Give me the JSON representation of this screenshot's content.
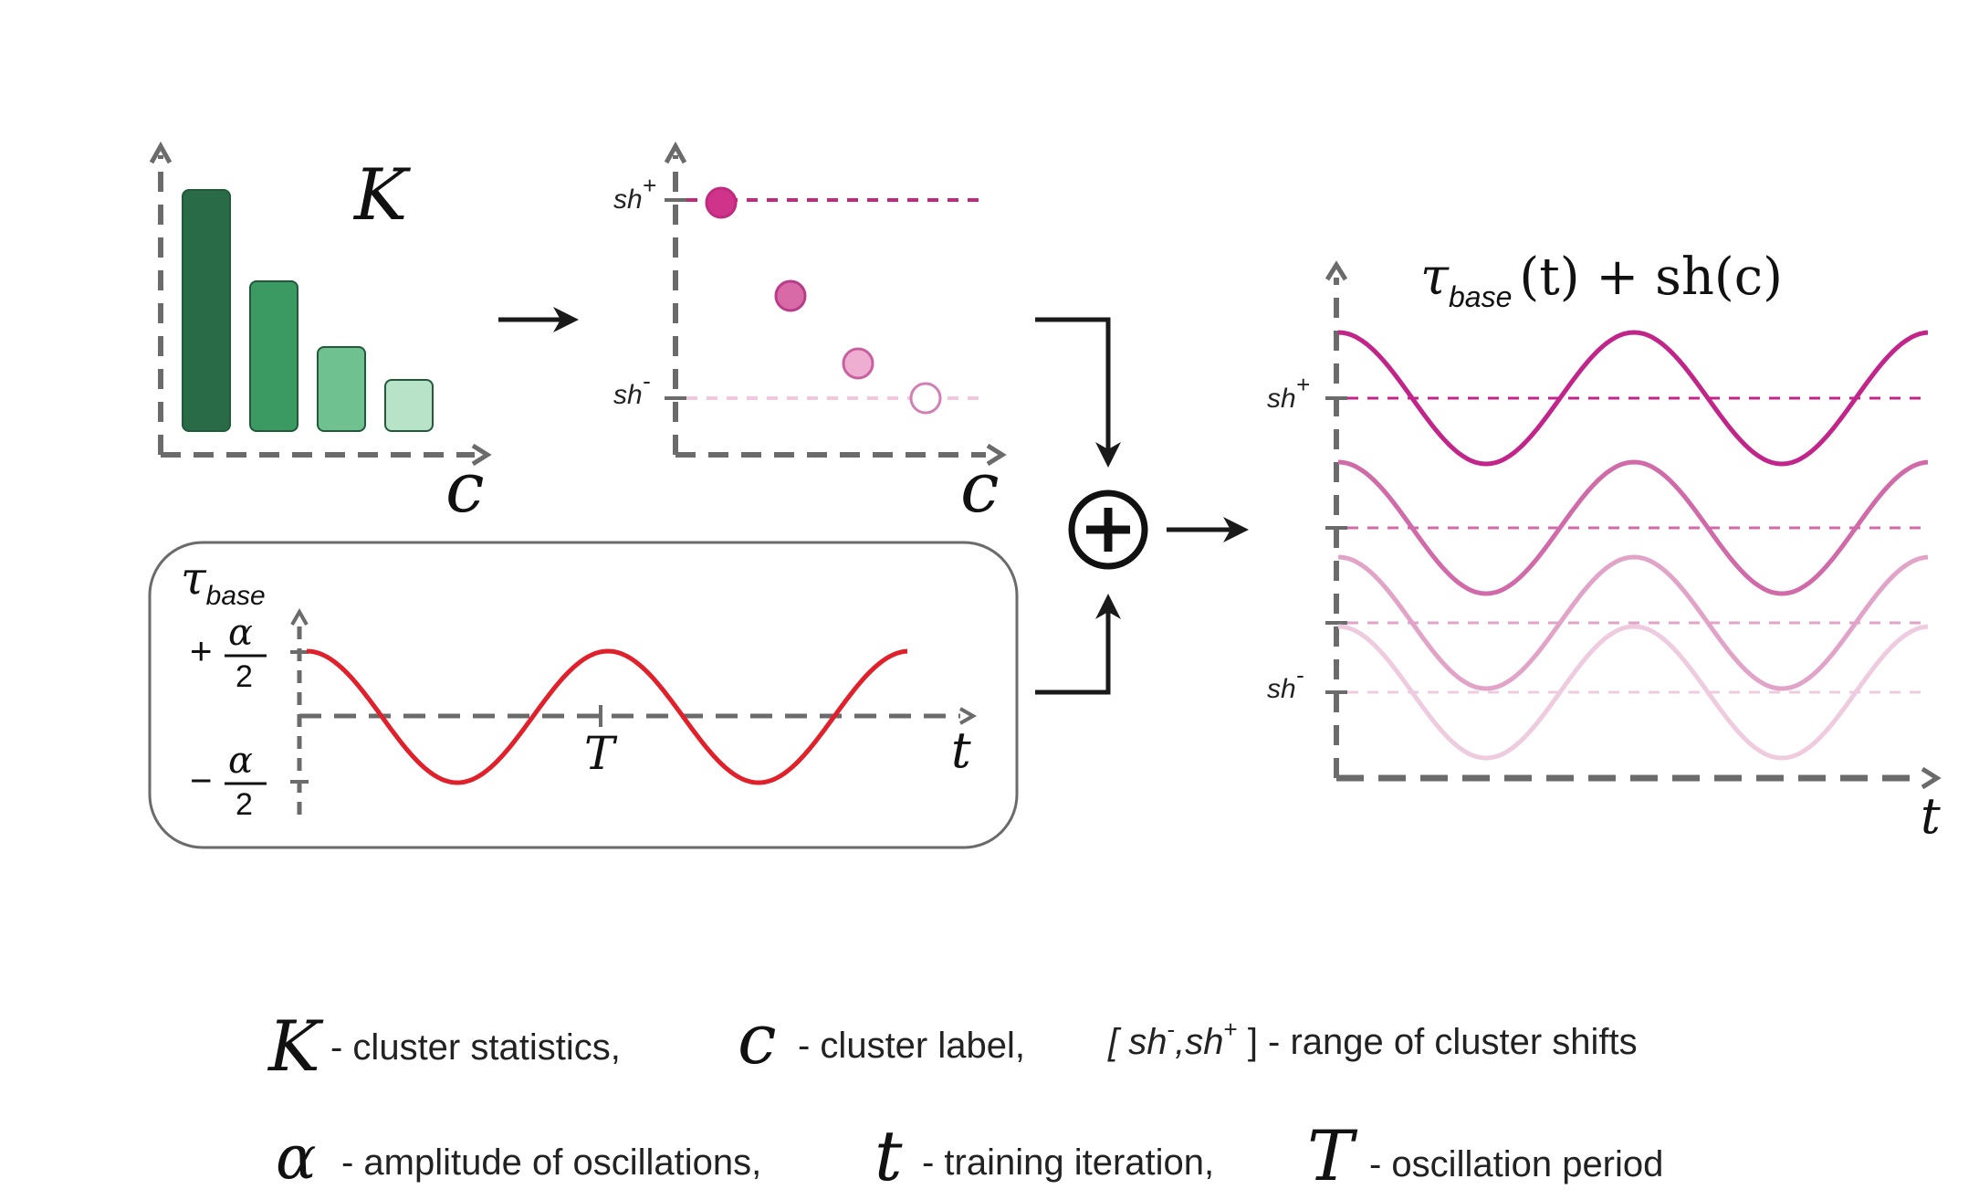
{
  "panels": {
    "stats": {
      "title": "K",
      "xlabel": "c",
      "bar_colors": [
        "#2a6b47",
        "#3a9a62",
        "#6fc18f",
        "#b9e3c9"
      ]
    },
    "shifts": {
      "xlabel": "c",
      "sh_plus": "sh",
      "sh_plus_sup": "+",
      "sh_minus": "sh",
      "sh_minus_sup": "-",
      "dot_fills": [
        "#d0338a",
        "#d96aa8",
        "#eeaed2",
        "#ffffff"
      ],
      "dot_strokes": [
        "#c02a7e",
        "#b93b89",
        "#c95fa1",
        "#d27fb3"
      ]
    },
    "base": {
      "title_tau": "τ",
      "title_sub": "base",
      "plus_label": "+",
      "minus_label": "−",
      "alpha": "α",
      "two": "2",
      "period_label": "T",
      "xlabel": "t",
      "wave_color": "#e0202a"
    },
    "combined": {
      "title_tau": "τ",
      "title_sub": "base",
      "title_rest": "(t) + sh(c)",
      "sh_plus": "sh",
      "sh_plus_sup": "+",
      "sh_minus": "sh",
      "sh_minus_sup": "-",
      "xlabel": "t",
      "wave_colors": [
        "#c2258a",
        "#d06aa8",
        "#e2a3c9",
        "#efcbe0"
      ]
    },
    "operator": {
      "symbol": "+"
    }
  },
  "legend": {
    "row1": [
      {
        "sym": "K",
        "text": "- cluster statistics,"
      },
      {
        "sym": "c",
        "text": "-  cluster label,"
      },
      {
        "sym": "",
        "text": "[ sh",
        "sup1": "-",
        "mid": ",sh",
        "sup2": "+",
        "end": " ] - range of cluster shifts"
      }
    ],
    "row2": [
      {
        "sym": "α",
        "text": "-  amplitude of oscillations,"
      },
      {
        "sym": "t",
        "text": "-  training iteration,"
      },
      {
        "sym": "T",
        "text": "-  oscillation period"
      }
    ]
  }
}
